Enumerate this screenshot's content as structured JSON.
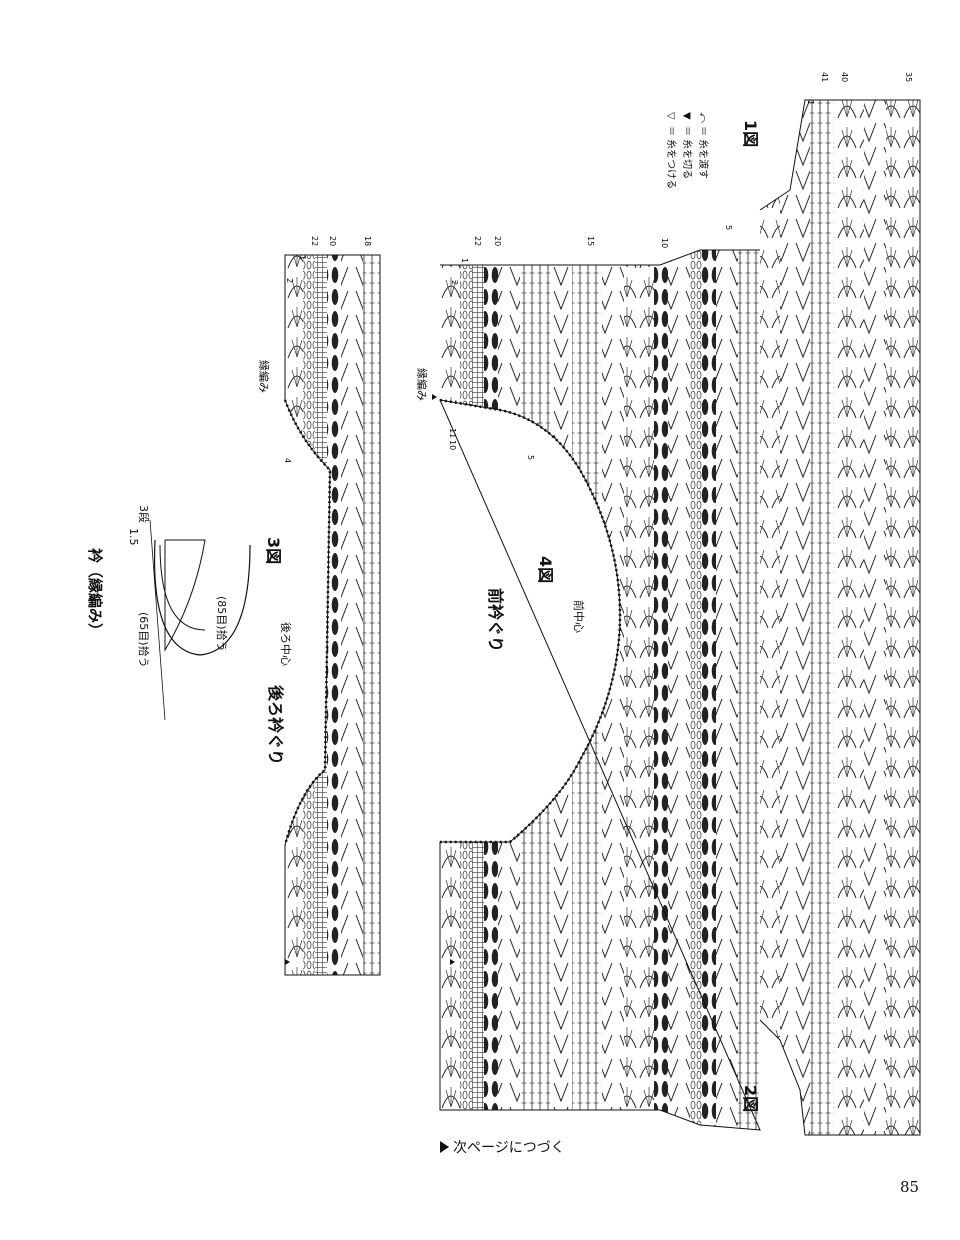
{
  "page": {
    "number": "85",
    "continued_note": "次ページにつづく"
  },
  "collar": {
    "title": "衿（縁編み）",
    "inner_pickup": "(65目)拾う",
    "outer_pickup": "(85目)拾う",
    "width_cm": "1.5",
    "rows": "3",
    "rows_unit": "段"
  },
  "fig1": {
    "label": "1図"
  },
  "fig2": {
    "label": "2図"
  },
  "fig3": {
    "label": "3図",
    "title": "後ろ衿ぐり",
    "center_label": "後ろ中心",
    "edging_label": "縁編み",
    "row_labels": [
      "1",
      "2",
      "4",
      "18",
      "20",
      "22"
    ]
  },
  "fig4": {
    "label": "4図",
    "title": "前衿ぐり",
    "center_label": "前中心",
    "edging_label": "縁編み",
    "row_labels": [
      "1",
      "2",
      "5",
      "10",
      "10",
      "11",
      "15",
      "20",
      "22"
    ]
  },
  "fig1_rows": [
    "1",
    "5",
    "35",
    "40",
    "41"
  ],
  "legend": {
    "items": [
      {
        "symbol": "▽",
        "text": "＝ 糸をつける"
      },
      {
        "symbol": "▼",
        "text": "＝ 糸を切る"
      },
      {
        "symbol": "⤺",
        "text": "＝ 糸を渡す"
      }
    ]
  }
}
